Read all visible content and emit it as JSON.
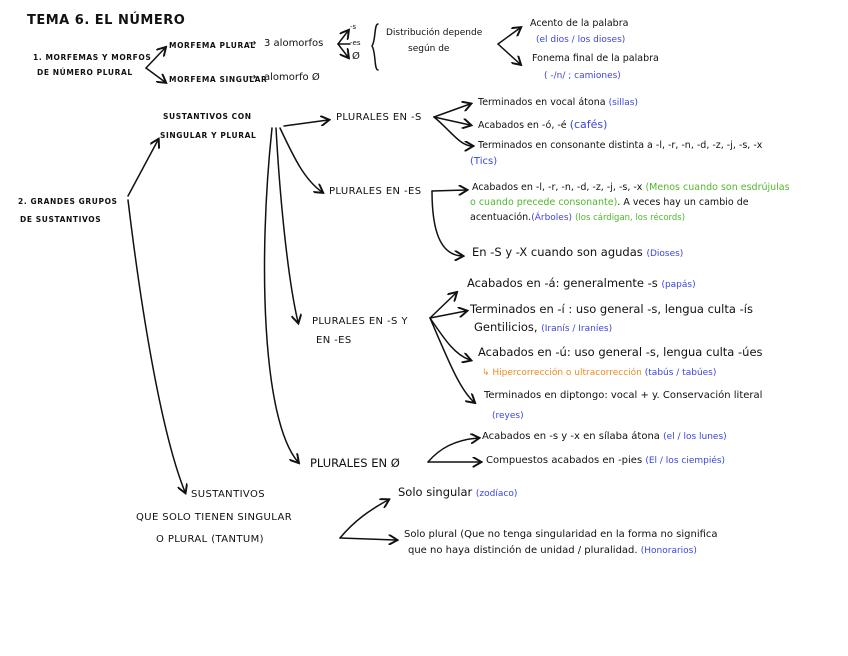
{
  "title": "TEMA 6. EL NÚMERO",
  "section1": {
    "label_line1": "1. MORFEMAS Y MORFOS",
    "label_line2": "DE NÚMERO PLURAL",
    "morfema_plural": "MORFEMA PLURAL",
    "arrow1": "→",
    "alomorfos": "3 alomorfos",
    "alomorfo_options": [
      "-s",
      "-es",
      "Ø"
    ],
    "morfema_singular": "MORFEMA SINGULAR",
    "arrow2": "→",
    "alomorfo_cero": "alomorfo Ø",
    "distribucion_line1": "Distribución depende",
    "distribucion_line2": "según de",
    "criteria": [
      {
        "text": "Acento de la palabra",
        "example": "(el dios / los dioses)"
      },
      {
        "text": "Fonema final de la palabra",
        "example": "( -/n/ ; camiones)"
      }
    ]
  },
  "section2": {
    "label_line1": "2. GRANDES GRUPOS",
    "label_line2": "DE SUSTANTIVOS",
    "con_singular_plural_line1": "SUSTANTIVOS CON",
    "con_singular_plural_line2": "SINGULAR Y PLURAL",
    "plurales_s": {
      "label": "PLURALES EN -S",
      "items": [
        {
          "text": "Terminados en vocal átona",
          "example": "(sillas)"
        },
        {
          "text": "Acabados en -ó, -é",
          "example": "(cafés)"
        },
        {
          "text": "Terminados en consonante distinta a -l, -r, -n, -d, -z, -j, -s, -x",
          "example": "(Tics)"
        }
      ]
    },
    "plurales_es": {
      "label": "PLURALES EN -ES",
      "item1_text": "Acabados en -l, -r, -n, -d, -z, -j, -s, -x",
      "item1_green_a": "(Menos cuando son esdrújulas",
      "item1_green_b": "o cuando precede consonante)",
      "item1_rest": ". A veces hay un cambio de",
      "item1_line3": "acentuación.",
      "item1_example_blue": "(Árboles)",
      "item1_example_green": "(los cárdigan, los récords)",
      "item2_text": "En -S y -X cuando son agudas",
      "item2_example": "(Dioses)"
    },
    "plurales_s_es": {
      "label_line1": "PLURALES EN -S Y",
      "label_line2": "EN -ES",
      "items": [
        {
          "text": "Acabados en -á: generalmente -s",
          "example": "(papás)"
        },
        {
          "text": "Terminados en -í : uso general -s, lengua culta -ís",
          "line2": "Gentilicios,",
          "example": "(Iranís / Iraníes)"
        },
        {
          "text": "Acabados en -ú: uso general -s, lengua culta -úes",
          "note": "↳ Hipercorrección o ultracorrección",
          "example": "(tabús / tabúes)"
        },
        {
          "text": "Terminados en diptongo: vocal + y. Conservación literal",
          "example": "(reyes)"
        }
      ]
    },
    "plurales_cero": {
      "label": "PLURALES EN Ø",
      "items": [
        {
          "text": "Acabados en -s y -x en sílaba átona",
          "example": "(el / los lunes)"
        },
        {
          "text": "Compuestos acabados en -pies",
          "example": "(El / los ciempiés)"
        }
      ]
    },
    "solo_sing_plural": {
      "label_line1": "SUSTANTIVOS",
      "label_line2": "QUE SOLO TIENEN SINGULAR",
      "label_line3": "O PLURAL (TANTUM)",
      "items": [
        {
          "text": "Solo singular",
          "example": "(zodíaco)"
        },
        {
          "text": "Solo plural (Que no tenga singularidad en la forma no significa",
          "line2": "que no haya distinción de unidad / pluralidad.",
          "example": "(Honorarios)"
        }
      ]
    }
  },
  "colors": {
    "ink": "#111111",
    "blue": "#3b45e0",
    "green": "#4fb82a",
    "orange": "#f08a1c"
  }
}
